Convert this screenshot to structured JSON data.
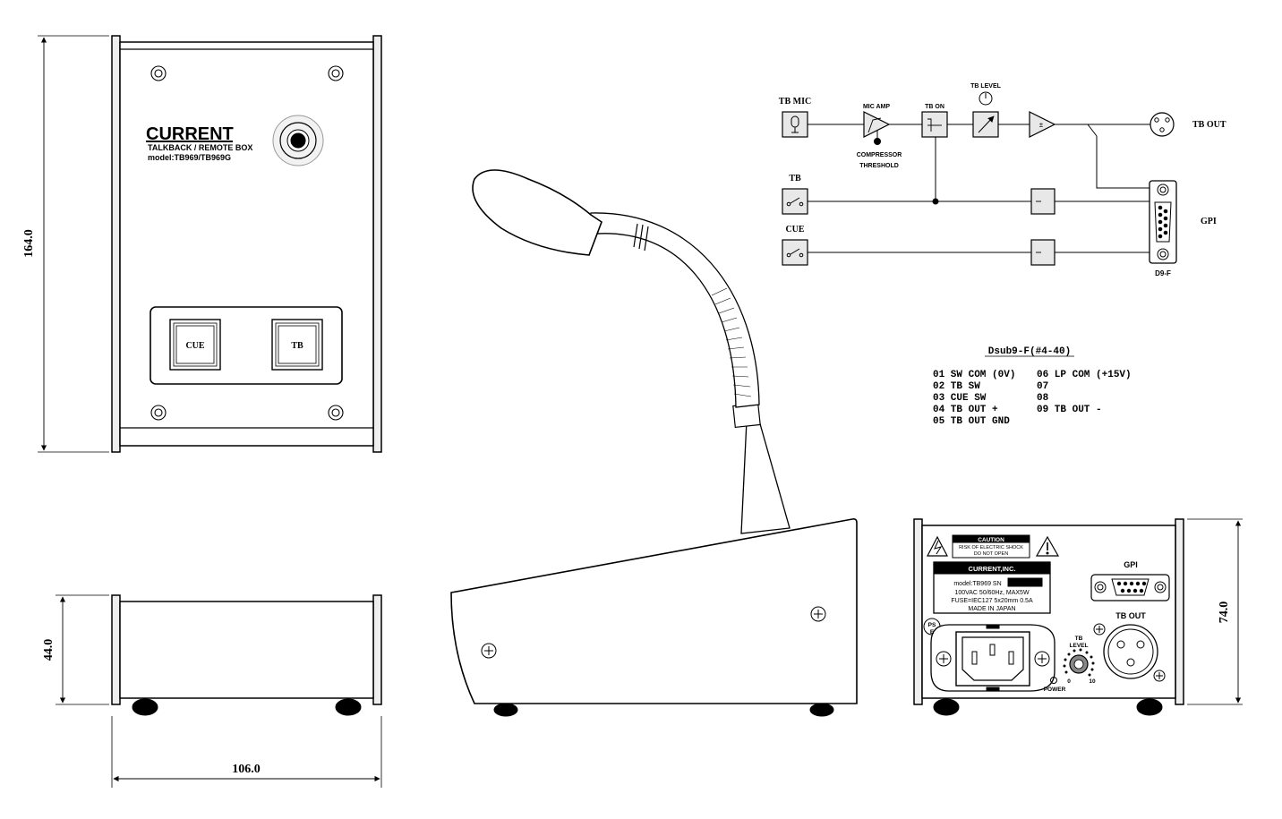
{
  "dimensions": {
    "front_height": "164.0",
    "side_height": "44.0",
    "width": "106.0",
    "rear_height": "74.0"
  },
  "front_panel": {
    "brand": "CURRENT",
    "product_line": "TALKBACK / REMOTE BOX",
    "model": "model:TB969/TB969G",
    "button_cue": "CUE",
    "button_tb": "TB"
  },
  "block_diagram": {
    "tb_mic": "TB MIC",
    "mic_amp": "MIC AMP",
    "compressor": "COMPRESSOR",
    "threshold": "THRESHOLD",
    "tb_on": "TB ON",
    "tb_level": "TB LEVEL",
    "tb_out": "TB OUT",
    "tb": "TB",
    "cue": "CUE",
    "gpi": "GPI",
    "d9f": "D9-F",
    "amp_symbol": "±"
  },
  "pinout": {
    "title": "Dsub9-F(#4-40)",
    "left": [
      "01 SW COM (0V)",
      "02 TB SW",
      "03 CUE SW",
      "04 TB OUT +",
      "05 TB OUT GND"
    ],
    "right": [
      "06 LP COM (+15V)",
      "07",
      "08",
      "09 TB OUT -"
    ]
  },
  "rear_panel": {
    "caution": "CAUTION",
    "caution_line1": "RISK OF ELECTRIC SHOCK",
    "caution_line2": "DO NOT OPEN",
    "company": "CURRENT,INC.",
    "model_sn": "model:TB969 SN",
    "power_spec": "100VAC 50/60Hz, MAX5W",
    "fuse": "FUSE=IEC127 5x20mm 0.5A",
    "made_in": "MADE IN JAPAN",
    "pse_top": "PS",
    "pse_bottom": "E",
    "gpi": "GPI",
    "tb_out": "TB OUT",
    "tb_level_1": "TB",
    "tb_level_2": "LEVEL",
    "knob_min": "0",
    "knob_max": "10",
    "power": "POWER"
  }
}
